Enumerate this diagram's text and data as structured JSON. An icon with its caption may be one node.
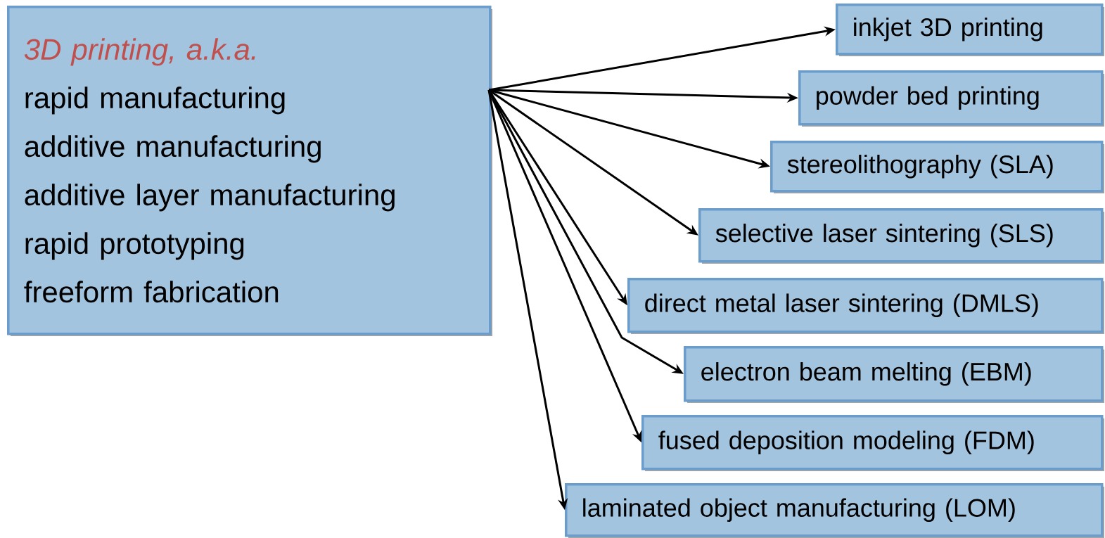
{
  "diagram": {
    "nodes": [
      {
        "text": [
          "*3D printing, a.k.a.*",
          "rapid manufacturing",
          "additive manufacturing",
          "additive layer manufacturing",
          "rapid prototyping",
          "freeform fabrication"
        ]
      },
      {
        "text": [
          "inkjet 3D printing"
        ]
      },
      {
        "text": [
          "powder bed printing"
        ]
      },
      {
        "text": [
          "stereolithography (SLA)"
        ]
      },
      {
        "text": [
          "selective laser sintering (SLS)"
        ]
      },
      {
        "text": [
          "direct metal laser sintering (DMLS)"
        ]
      },
      {
        "text": [
          "electron beam melting (EBM)"
        ]
      },
      {
        "text": [
          "fused deposition modeling (FDM)"
        ]
      },
      {
        "text": [
          "laminated object manufacturing (LOM)"
        ]
      }
    ],
    "edges": [
      {
        "from": 0,
        "to": 1,
        "arrow": "to"
      },
      {
        "from": 0,
        "to": 2,
        "arrow": "to"
      },
      {
        "from": 0,
        "to": 3,
        "arrow": "to"
      },
      {
        "from": 0,
        "to": 4,
        "arrow": "to"
      },
      {
        "from": 0,
        "to": 5,
        "arrow": "to"
      },
      {
        "from": 0,
        "to": 6,
        "arrow": "to"
      },
      {
        "from": 0,
        "to": 7,
        "arrow": "to"
      },
      {
        "from": 0,
        "to": 8,
        "arrow": "to"
      }
    ]
  }
}
